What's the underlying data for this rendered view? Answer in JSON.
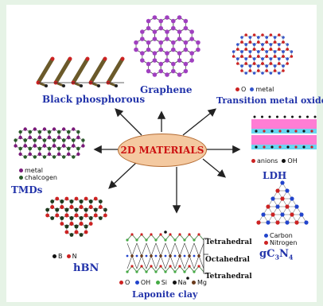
{
  "center_label": "2D MATERIALS",
  "materials": {
    "black_phosphorous": "Black phosphorous",
    "graphene": "Graphene",
    "tmo": "Transition metal oxides",
    "tmds": "TMDs",
    "ldh": "LDH",
    "hbn": "hBN",
    "gcn": "gC",
    "gcn_sub": "3",
    "gcn_n": "N",
    "gcn_sub2": "4",
    "laponite": "Laponite clay"
  },
  "legends": {
    "tmo": {
      "o": "O",
      "metal": "metal"
    },
    "tmds": {
      "metal": "metal",
      "chalcogen": "chalcogen"
    },
    "ldh": {
      "anions": "anions",
      "oh": "OH"
    },
    "hbn": {
      "b": "B",
      "n": "N"
    },
    "gcn": {
      "carbon": "Carbon",
      "nitrogen": "Nitrogen"
    },
    "laponite": {
      "o": "O",
      "oh": "OH",
      "si": "Si",
      "na": "Na",
      "mg": "Mg"
    }
  },
  "layers": {
    "t1": "Tetrahedral",
    "o": "Octahedral",
    "t2": "Tetrahedral"
  },
  "colors": {
    "graphene": "#a040c0",
    "tmd_metal": "#7a1a7a",
    "tmd_chalc": "#2a5a2a",
    "red": "#cc2222",
    "blue": "#2244cc",
    "ldh_band": "#ff66cc",
    "ldh_stripe": "#44ccee"
  }
}
